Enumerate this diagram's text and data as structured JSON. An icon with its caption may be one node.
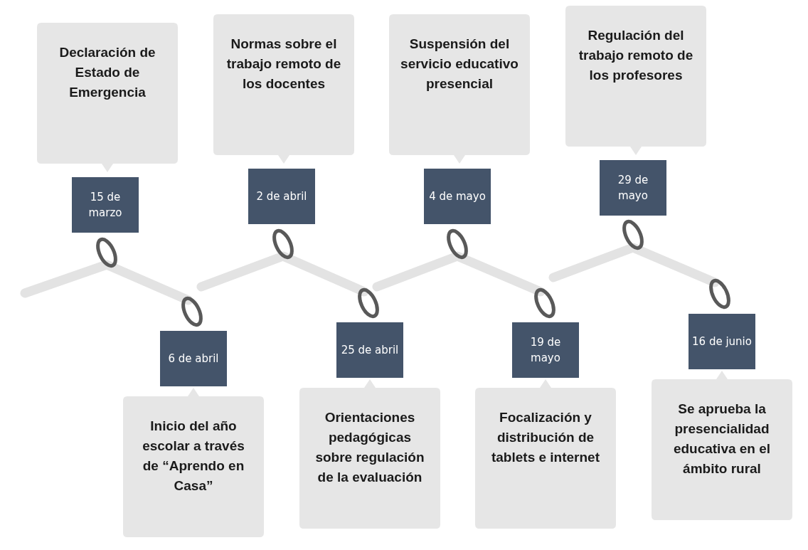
{
  "diagram": {
    "nodes": [
      {
        "text": [
          "Declaración de Estado de Emergencia"
        ]
      },
      {
        "text": [
          "15 de marzo"
        ]
      },
      {
        "text": [
          "Normas sobre el trabajo remoto de los docentes"
        ]
      },
      {
        "text": [
          "2 de abril"
        ]
      },
      {
        "text": [
          "Suspensión del servicio educativo presencial"
        ]
      },
      {
        "text": [
          "4 de mayo"
        ]
      },
      {
        "text": [
          "Regulación del trabajo remoto de los profesores"
        ]
      },
      {
        "text": [
          "29 de mayo"
        ]
      },
      {
        "text": [
          "6 de abril"
        ]
      },
      {
        "text": [
          "Inicio del año escolar a través de “Aprendo en Casa”"
        ]
      },
      {
        "text": [
          "25 de abril"
        ]
      },
      {
        "text": [
          "Orientaciones pedagógicas sobre regulación de la evaluación"
        ]
      },
      {
        "text": [
          "19 de mayo"
        ]
      },
      {
        "text": [
          "Focalización y distribución de tablets e internet"
        ]
      },
      {
        "text": [
          "16 de junio"
        ]
      },
      {
        "text": [
          "Se aprueba la presencialidad educativa en el ámbito rural"
        ]
      }
    ]
  }
}
